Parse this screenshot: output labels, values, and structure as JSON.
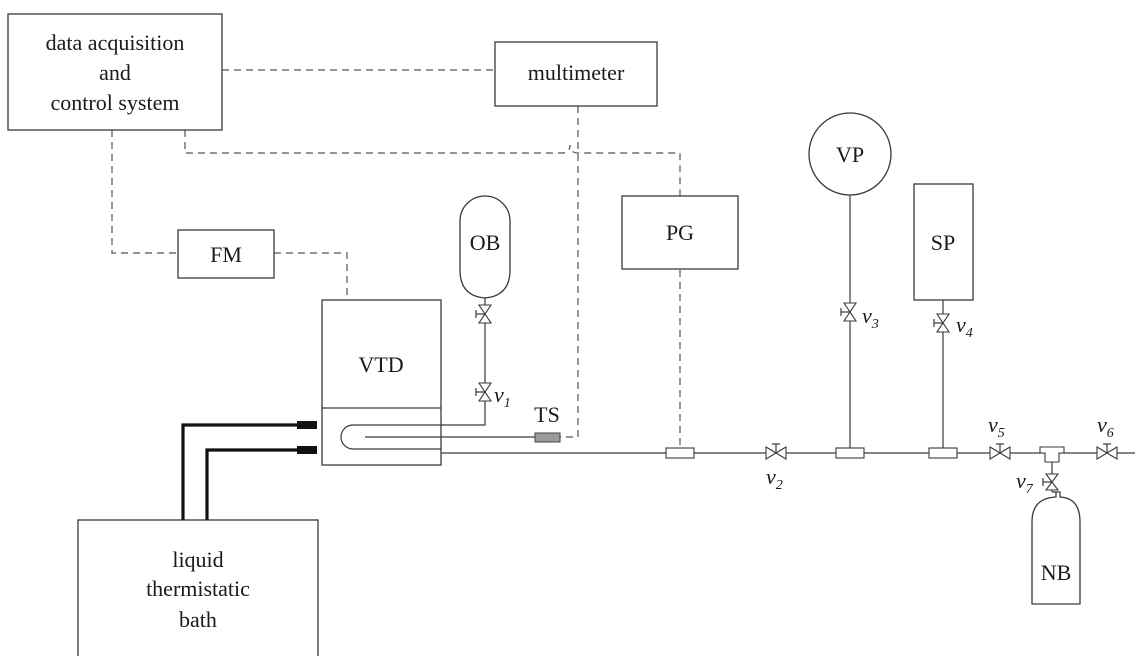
{
  "components": {
    "daq": [
      "data acquisition",
      "and",
      "control system"
    ],
    "multimeter": "multimeter",
    "fm": "FM",
    "vtd": "VTD",
    "ob": "OB",
    "pg": "PG",
    "vp": "VP",
    "sp": "SP",
    "ts": "TS",
    "nb": "NB",
    "bath": [
      "liquid",
      "thermistatic",
      "bath"
    ]
  },
  "valves": [
    {
      "letter": "v",
      "sub": "1"
    },
    {
      "letter": "v",
      "sub": "2"
    },
    {
      "letter": "v",
      "sub": "3"
    },
    {
      "letter": "v",
      "sub": "4"
    },
    {
      "letter": "v",
      "sub": "5"
    },
    {
      "letter": "v",
      "sub": "6"
    },
    {
      "letter": "v",
      "sub": "7"
    }
  ]
}
